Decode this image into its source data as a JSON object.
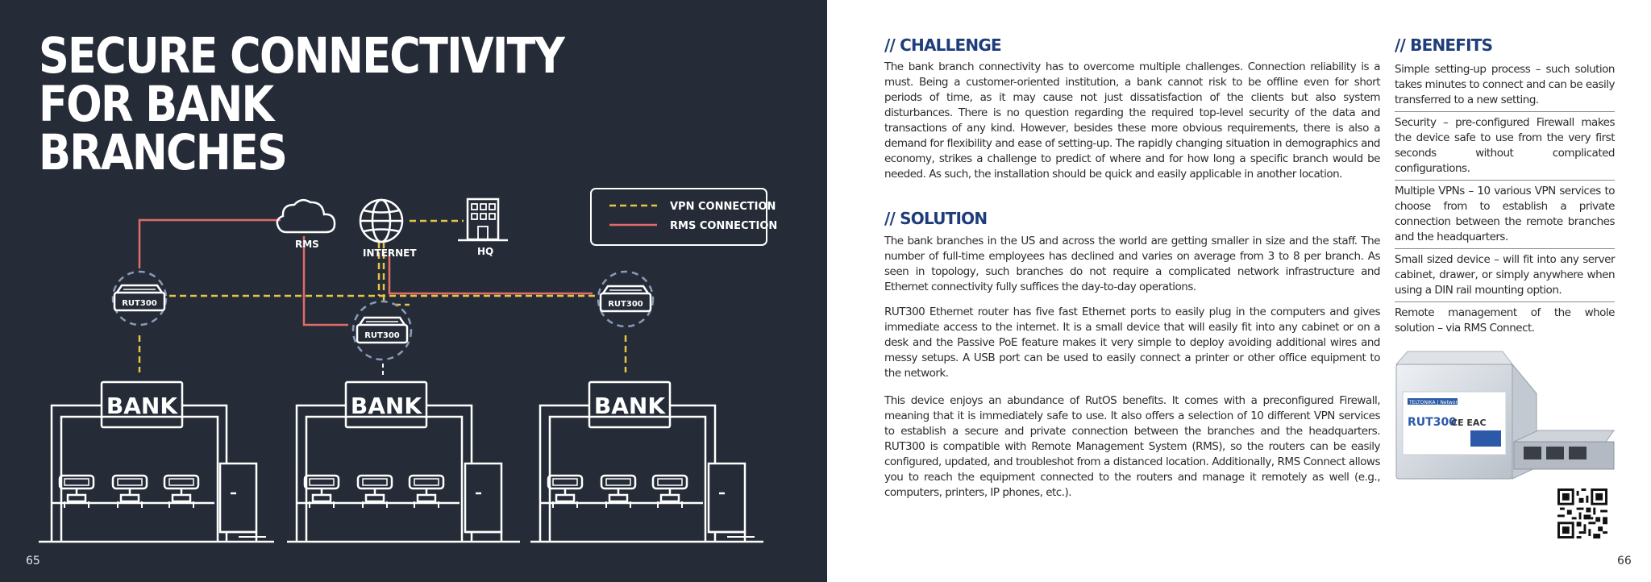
{
  "left_page": {
    "title_line1": "SECURE CONNECTIVITY FOR BANK",
    "title_line2": "BRANCHES",
    "page_number": "65",
    "diagram": {
      "legend": {
        "vpn": "VPN CONNECTION",
        "rms": "RMS CONNECTION"
      },
      "nodes": {
        "rms": "RMS",
        "internet": "INTERNET",
        "hq": "HQ"
      },
      "router_label": "RUT300",
      "bank_label": "BANK",
      "colors": {
        "vpn": "#e6c445",
        "rms": "#e06b6b",
        "line": "#ffffff",
        "background": "#252c37"
      }
    }
  },
  "right_page": {
    "page_number": "66",
    "challenge": {
      "heading": "// CHALLENGE",
      "text": "The bank branch connectivity has to overcome multiple challenges. Connection reliability is a must. Being a customer-oriented institution, a bank cannot risk to be offline even for short periods of time, as it may cause not just dissatisfaction of the clients but also system disturbances. There is no question regarding the required top-level security of the data and transactions of any kind. However, besides these more obvious requirements, there is also a demand for flexibility and ease of setting-up. The rapidly changing situation in demographics and economy, strikes a challenge to predict of where and for how long a specific branch would be needed. As such, the installation should be quick and easily applicable in another location."
    },
    "solution": {
      "heading": "// SOLUTION",
      "paragraphs": [
        "The bank branches in the US and across the world are getting smaller in size and the staff. The number of full-time employees has declined and varies on average from 3 to 8 per branch. As seen in topology, such branches do not require a complicated network infrastructure and Ethernet connectivity fully suffices the day-to-day operations.",
        "RUT300 Ethernet router has five fast Ethernet ports to easily plug in the computers and gives immediate access to the internet. It is a small device that will easily fit into any cabinet or on a desk and the Passive PoE feature makes it very simple to deploy avoiding additional wires and messy setups. A USB port can be used to easily connect a printer or other office equipment to the network.",
        "This device enjoys an abundance of RutOS benefits. It comes with a preconfigured Firewall, meaning that it is immediately safe to use. It also offers a selection of 10 different VPN services to establish a secure and private connection between the branches and the headquarters. RUT300 is compatible with Remote Management System (RMS), so the routers can be easily configured, updated, and troubleshot from a distanced location. Additionally, RMS Connect allows you to reach the equipment connected to the routers and manage it remotely as well (e.g., computers, printers, IP phones, etc.)."
      ]
    },
    "benefits": {
      "heading": "// BENEFITS",
      "items": [
        "Simple setting-up process – such solution takes minutes to connect and can be easily transferred to a new setting.",
        "Security – pre-configured Firewall makes the device safe to use from the very first seconds without complicated configurations.",
        "Multiple VPNs – 10 various VPN services to choose from to establish a private connection between the remote branches and the headquarters.",
        "Small sized device – will fit into any server cabinet, drawer, or simply anywhere when using a DIN rail mounting option.",
        "Remote management of the whole solution – via RMS Connect."
      ]
    },
    "device": {
      "brand": "TELTONIKA | Networks",
      "model": "RUT300",
      "marks": "CE EAC"
    }
  }
}
